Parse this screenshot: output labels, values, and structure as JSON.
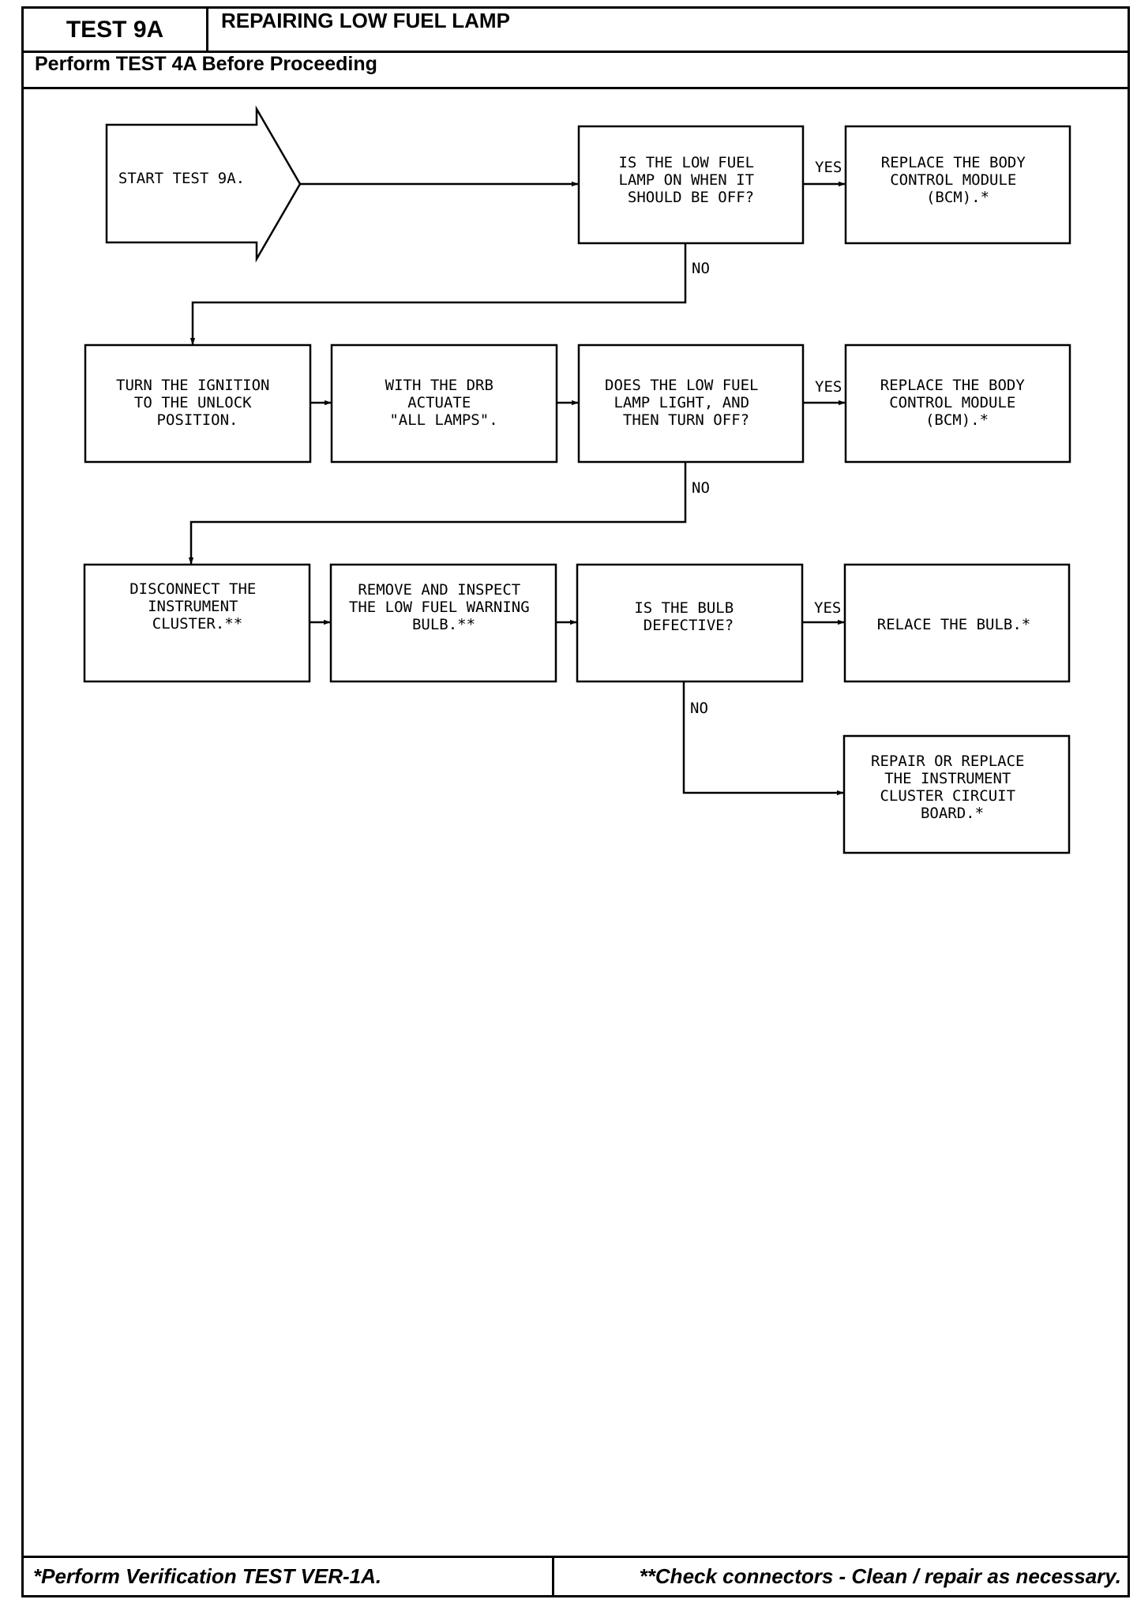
{
  "header": {
    "test_id": "TEST 9A",
    "title": "REPAIRING LOW FUEL LAMP",
    "prerequisite": "Perform TEST 4A Before Proceeding"
  },
  "footer": {
    "note_single": "*Perform Verification TEST VER-1A.",
    "note_double": "**Check connectors - Clean / repair as necessary."
  },
  "flowchart": {
    "start": [
      "START TEST 9A."
    ],
    "q1": [
      "IS THE LOW FUEL",
      "LAMP ON WHEN IT",
      "SHOULD BE OFF?"
    ],
    "replace_bcm_1": [
      "REPLACE THE BODY",
      "CONTROL MODULE",
      "(BCM).*"
    ],
    "step_ignition": [
      "TURN THE IGNITION",
      "TO THE UNLOCK",
      "POSITION."
    ],
    "step_drb": [
      "WITH THE DRB",
      "ACTUATE",
      "\"ALL LAMPS\"."
    ],
    "q2": [
      "DOES THE LOW FUEL",
      "LAMP LIGHT, AND",
      "THEN TURN OFF?"
    ],
    "replace_bcm_2": [
      "REPLACE THE BODY",
      "CONTROL MODULE",
      "(BCM).*"
    ],
    "step_disconnect": [
      "DISCONNECT THE",
      "INSTRUMENT",
      "CLUSTER.**"
    ],
    "step_inspect": [
      "REMOVE AND INSPECT",
      "THE LOW FUEL WARNING",
      "BULB.**"
    ],
    "q3": [
      "IS THE BULB",
      "DEFECTIVE?"
    ],
    "replace_bulb": [
      "RELACE THE BULB.*"
    ],
    "repair_board": [
      "REPAIR OR REPLACE",
      "THE INSTRUMENT",
      "CLUSTER CIRCUIT",
      "BOARD.*"
    ],
    "yes_1": "YES",
    "no_1": "NO",
    "yes_2": "YES",
    "no_2": "NO",
    "yes_3": "YES",
    "no_3": "NO"
  }
}
